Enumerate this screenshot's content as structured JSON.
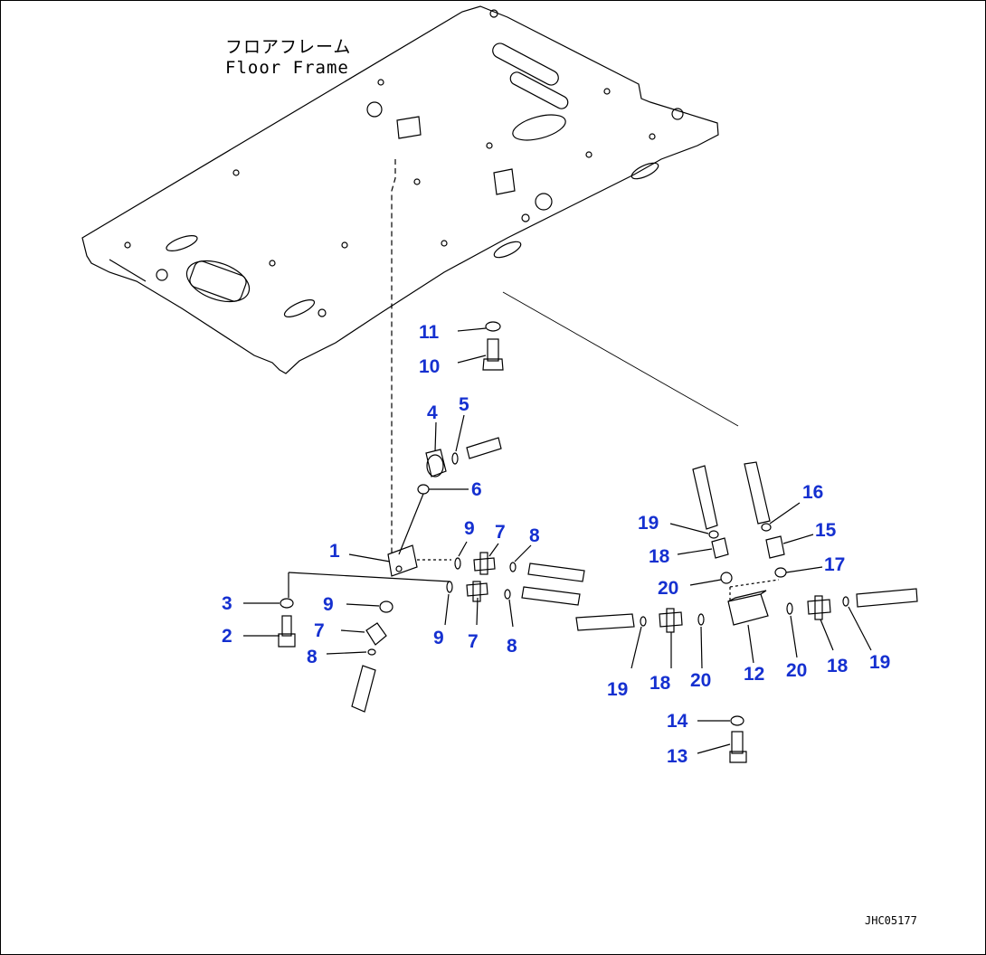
{
  "title": {
    "jp": "フロアフレーム",
    "en": "Floor Frame"
  },
  "drawing_code": "JHC05177",
  "callouts": [
    {
      "id": "c11",
      "label": "11"
    },
    {
      "id": "c10",
      "label": "10"
    },
    {
      "id": "c4",
      "label": "4"
    },
    {
      "id": "c5",
      "label": "5"
    },
    {
      "id": "c6",
      "label": "6"
    },
    {
      "id": "c1",
      "label": "1"
    },
    {
      "id": "c9a",
      "label": "9"
    },
    {
      "id": "c7a",
      "label": "7"
    },
    {
      "id": "c8a",
      "label": "8"
    },
    {
      "id": "c3",
      "label": "3"
    },
    {
      "id": "c9b",
      "label": "9"
    },
    {
      "id": "c2",
      "label": "2"
    },
    {
      "id": "c7b",
      "label": "7"
    },
    {
      "id": "c9c",
      "label": "9"
    },
    {
      "id": "c7c",
      "label": "7"
    },
    {
      "id": "c8b",
      "label": "8"
    },
    {
      "id": "c8c",
      "label": "8"
    },
    {
      "id": "c16",
      "label": "16"
    },
    {
      "id": "c19a",
      "label": "19"
    },
    {
      "id": "c15",
      "label": "15"
    },
    {
      "id": "c18a",
      "label": "18"
    },
    {
      "id": "c17",
      "label": "17"
    },
    {
      "id": "c20a",
      "label": "20"
    },
    {
      "id": "c19b",
      "label": "19"
    },
    {
      "id": "c18b",
      "label": "18"
    },
    {
      "id": "c20b",
      "label": "20"
    },
    {
      "id": "c12",
      "label": "12"
    },
    {
      "id": "c20c",
      "label": "20"
    },
    {
      "id": "c18c",
      "label": "18"
    },
    {
      "id": "c19c",
      "label": "19"
    },
    {
      "id": "c14",
      "label": "14"
    },
    {
      "id": "c13",
      "label": "13"
    }
  ],
  "colors": {
    "callout": "#1530d0",
    "line": "#000000"
  }
}
